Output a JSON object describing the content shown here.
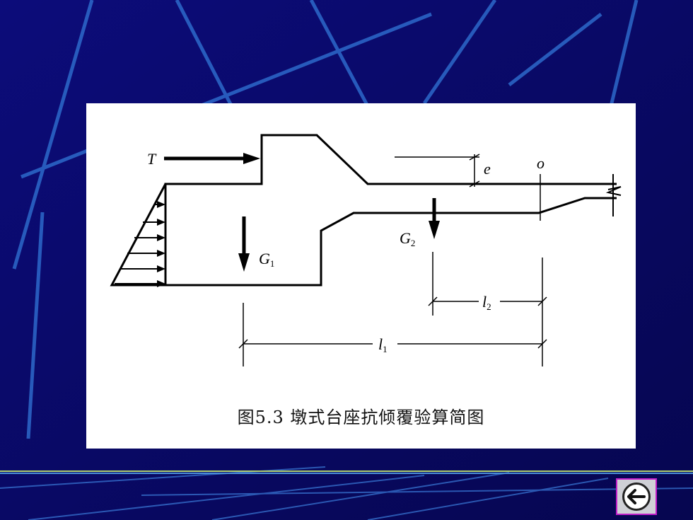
{
  "diagram": {
    "labels": {
      "thrust": "T",
      "eccentricity": "e",
      "pivot": "o",
      "weight1": "G",
      "weight1_sub": "1",
      "weight2": "G",
      "weight2_sub": "2",
      "length1": "l",
      "length1_sub": "1",
      "length2": "l",
      "length2_sub": "2"
    },
    "caption": "图5.3 墩式台座抗倾覆验算简图"
  },
  "navigation": {
    "back_icon": "left-arrow-icon"
  },
  "colors": {
    "background": "#0a0a6e",
    "panel": "#ffffff",
    "button_border": "#c21fc9"
  }
}
